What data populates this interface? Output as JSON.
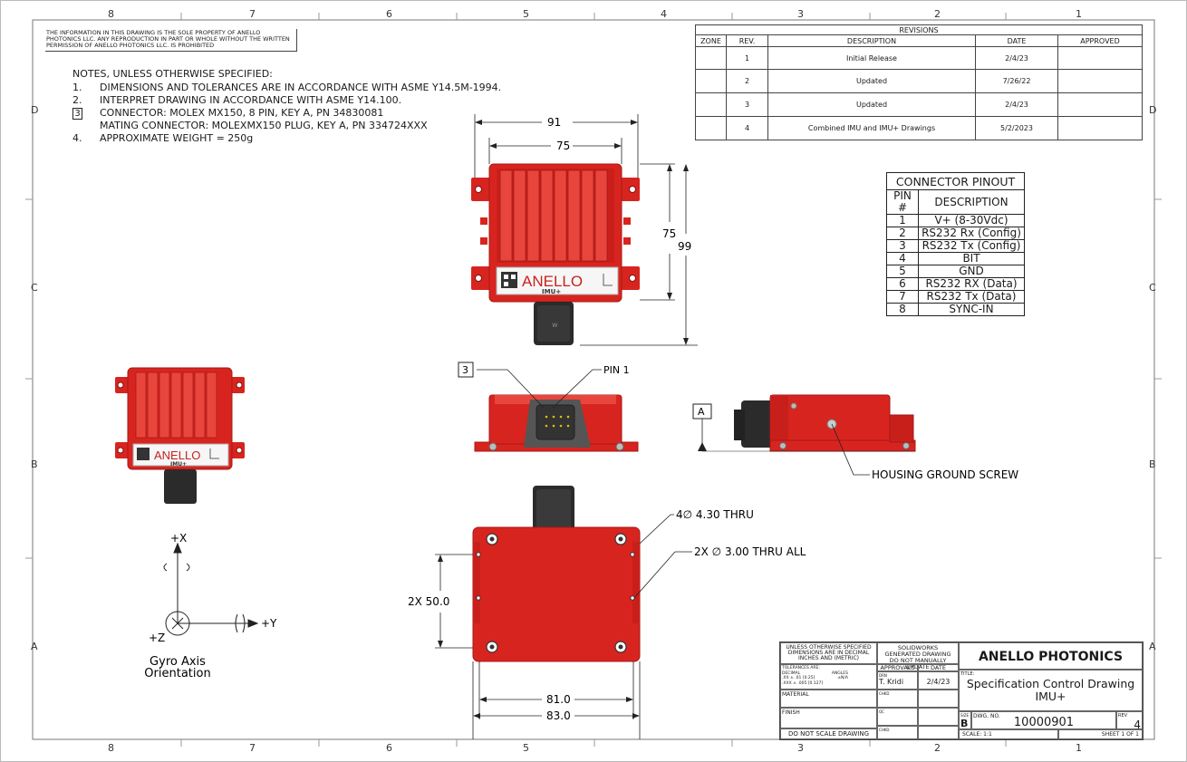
{
  "zones": {
    "top": [
      "8",
      "7",
      "6",
      "5",
      "4",
      "3",
      "2",
      "1"
    ],
    "side": [
      "D",
      "C",
      "B",
      "A"
    ]
  },
  "proprietary": "THE INFORMATION IN THIS DRAWING IS THE SOLE PROPERTY OF ANELLO PHOTONICS LLC. ANY REPRODUCTION IN PART OR WHOLE WITHOUT THE WRITTEN PERMISSION OF ANELLO PHOTONICS LLC. IS PROHIBITED",
  "notes": {
    "title": "NOTES, UNLESS OTHERWISE SPECIFIED:",
    "items": [
      {
        "num": "1.",
        "text": "DIMENSIONS AND TOLERANCES ARE IN ACCORDANCE WITH ASME Y14.5M-1994."
      },
      {
        "num": "2.",
        "text": "INTERPRET DRAWING IN ACCORDANCE WITH ASME Y14.100."
      },
      {
        "num": "3",
        "text": "CONNECTOR: MOLEX MX150, 8 PIN, KEY A, PN 34830081"
      },
      {
        "num": "",
        "text": "MATING CONNECTOR: MOLEXMX150 PLUG, KEY A, PN 334724XXX"
      },
      {
        "num": "4.",
        "text": "APPROXIMATE WEIGHT = 250g"
      }
    ]
  },
  "revisions": {
    "title": "REVISIONS",
    "headers": [
      "ZONE",
      "REV.",
      "DESCRIPTION",
      "DATE",
      "APPROVED"
    ],
    "rows": [
      {
        "zone": "",
        "rev": "1",
        "description": "Initial Release",
        "date": "2/4/23",
        "approved": ""
      },
      {
        "zone": "",
        "rev": "2",
        "description": "Updated",
        "date": "7/26/22",
        "approved": ""
      },
      {
        "zone": "",
        "rev": "3",
        "description": "Updated",
        "date": "2/4/23",
        "approved": ""
      },
      {
        "zone": "",
        "rev": "4",
        "description": "Combined IMU and IMU+ Drawings",
        "date": "5/2/2023",
        "approved": ""
      }
    ]
  },
  "pinout": {
    "title": "CONNECTOR PINOUT",
    "headers": [
      "PIN #",
      "DESCRIPTION"
    ],
    "rows": [
      {
        "pin": "1",
        "desc": "V+ (8-30Vdc)"
      },
      {
        "pin": "2",
        "desc": "RS232 Rx (Config)"
      },
      {
        "pin": "3",
        "desc": "RS232 Tx (Config)"
      },
      {
        "pin": "4",
        "desc": "BIT"
      },
      {
        "pin": "5",
        "desc": "GND"
      },
      {
        "pin": "6",
        "desc": "RS232 RX (Data)"
      },
      {
        "pin": "7",
        "desc": "RS232 Tx (Data)"
      },
      {
        "pin": "8",
        "desc": "SYNC-IN"
      }
    ]
  },
  "dims": {
    "w91": "91",
    "w75": "75",
    "h75": "75",
    "h99": "99",
    "callout3": "3",
    "pin1": "PIN 1",
    "datumA": "A",
    "ground": "HOUSING GROUND SCREW",
    "thru4": "4∅ 4.30 THRU",
    "thru2x": "2X ∅ 3.00 THRU ALL",
    "h50": "2X 50.0",
    "w81": "81.0",
    "w83": "83.0"
  },
  "device": {
    "brand": "ANELLO",
    "model": "IMU+"
  },
  "axes": {
    "x": "+X",
    "y": "+Y",
    "z": "+Z",
    "caption1": "Gyro Axis",
    "caption2": "Orientation"
  },
  "colors": {
    "housing": "#d8241f",
    "housing_dark": "#a51a16",
    "housing_light": "#ee4a40",
    "connector": "#2b2b2b"
  },
  "titleblock": {
    "tol1": "UNLESS OTHERWISE SPECIFIED",
    "tol2": "DIMENSIONS ARE IN DECIMAL",
    "tol3": "INCHES AND (METRIC)",
    "tol4": "TOLERANCES ARE:",
    "tol5": "DECIMAL",
    "tol6": "ANGLES",
    "tol7": ".XX ± .01 [0.25]",
    "tol8": "±N/A",
    "tol9": ".XXX ± .005 [0.127]",
    "sw1": "SOLIDWORKS",
    "sw2": "GENERATED DRAWING",
    "sw3": "DO NOT MANUALLY UPDATE",
    "approvals": "APPROVALS",
    "date_h": "DATE",
    "drn": "DRN",
    "drawn_by": "T. Kridi",
    "drawn_date": "2/4/23",
    "chkd": "CHKD",
    "qc": "QC",
    "chkd2": "CHKD",
    "material": "MATERIAL",
    "finish": "FINISH",
    "noscale": "DO NOT SCALE DRAWING",
    "company": "ANELLO PHOTONICS",
    "title_lbl": "TITLE:",
    "title1": "Specification Control Drawing",
    "title2": "IMU+",
    "size_lbl": "SIZE",
    "size": "B",
    "dwg_lbl": "DWG. NO.",
    "dwg": "10000901",
    "rev_lbl": "REV",
    "rev": "4",
    "scale": "SCALE: 1:1",
    "sheet": "SHEET 1 OF 1"
  }
}
